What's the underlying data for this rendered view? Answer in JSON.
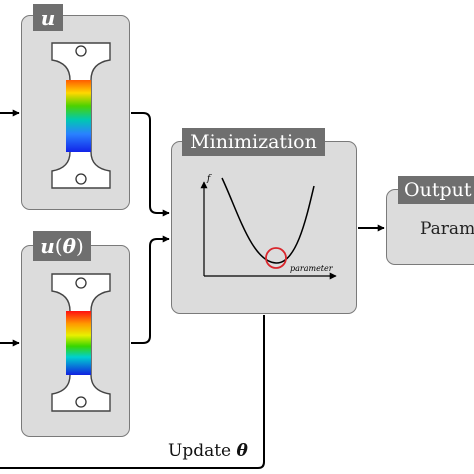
{
  "boxes": {
    "reference": {
      "tag": "u"
    },
    "simulated": {
      "tag": "u",
      "paren_open": "(",
      "param": "θ",
      "paren_close": ")"
    },
    "minimization": {
      "tag": "Minimization",
      "plot": {
        "y_axis_label": "f",
        "x_axis_label": "parameter"
      }
    },
    "output": {
      "tag": "Output",
      "text": "Param"
    }
  },
  "feedback": {
    "label": "Update",
    "symbol": "θ"
  },
  "colors": {
    "panel_fill": "#dcdcdc",
    "panel_border": "#7a7a7a",
    "tag_fill": "#6f6f6f",
    "minimum_marker": "#d9262c"
  },
  "icons": [
    "specimen-strain-field-icon",
    "specimen-simulated-strain-field-icon",
    "minimum-circle-icon"
  ]
}
